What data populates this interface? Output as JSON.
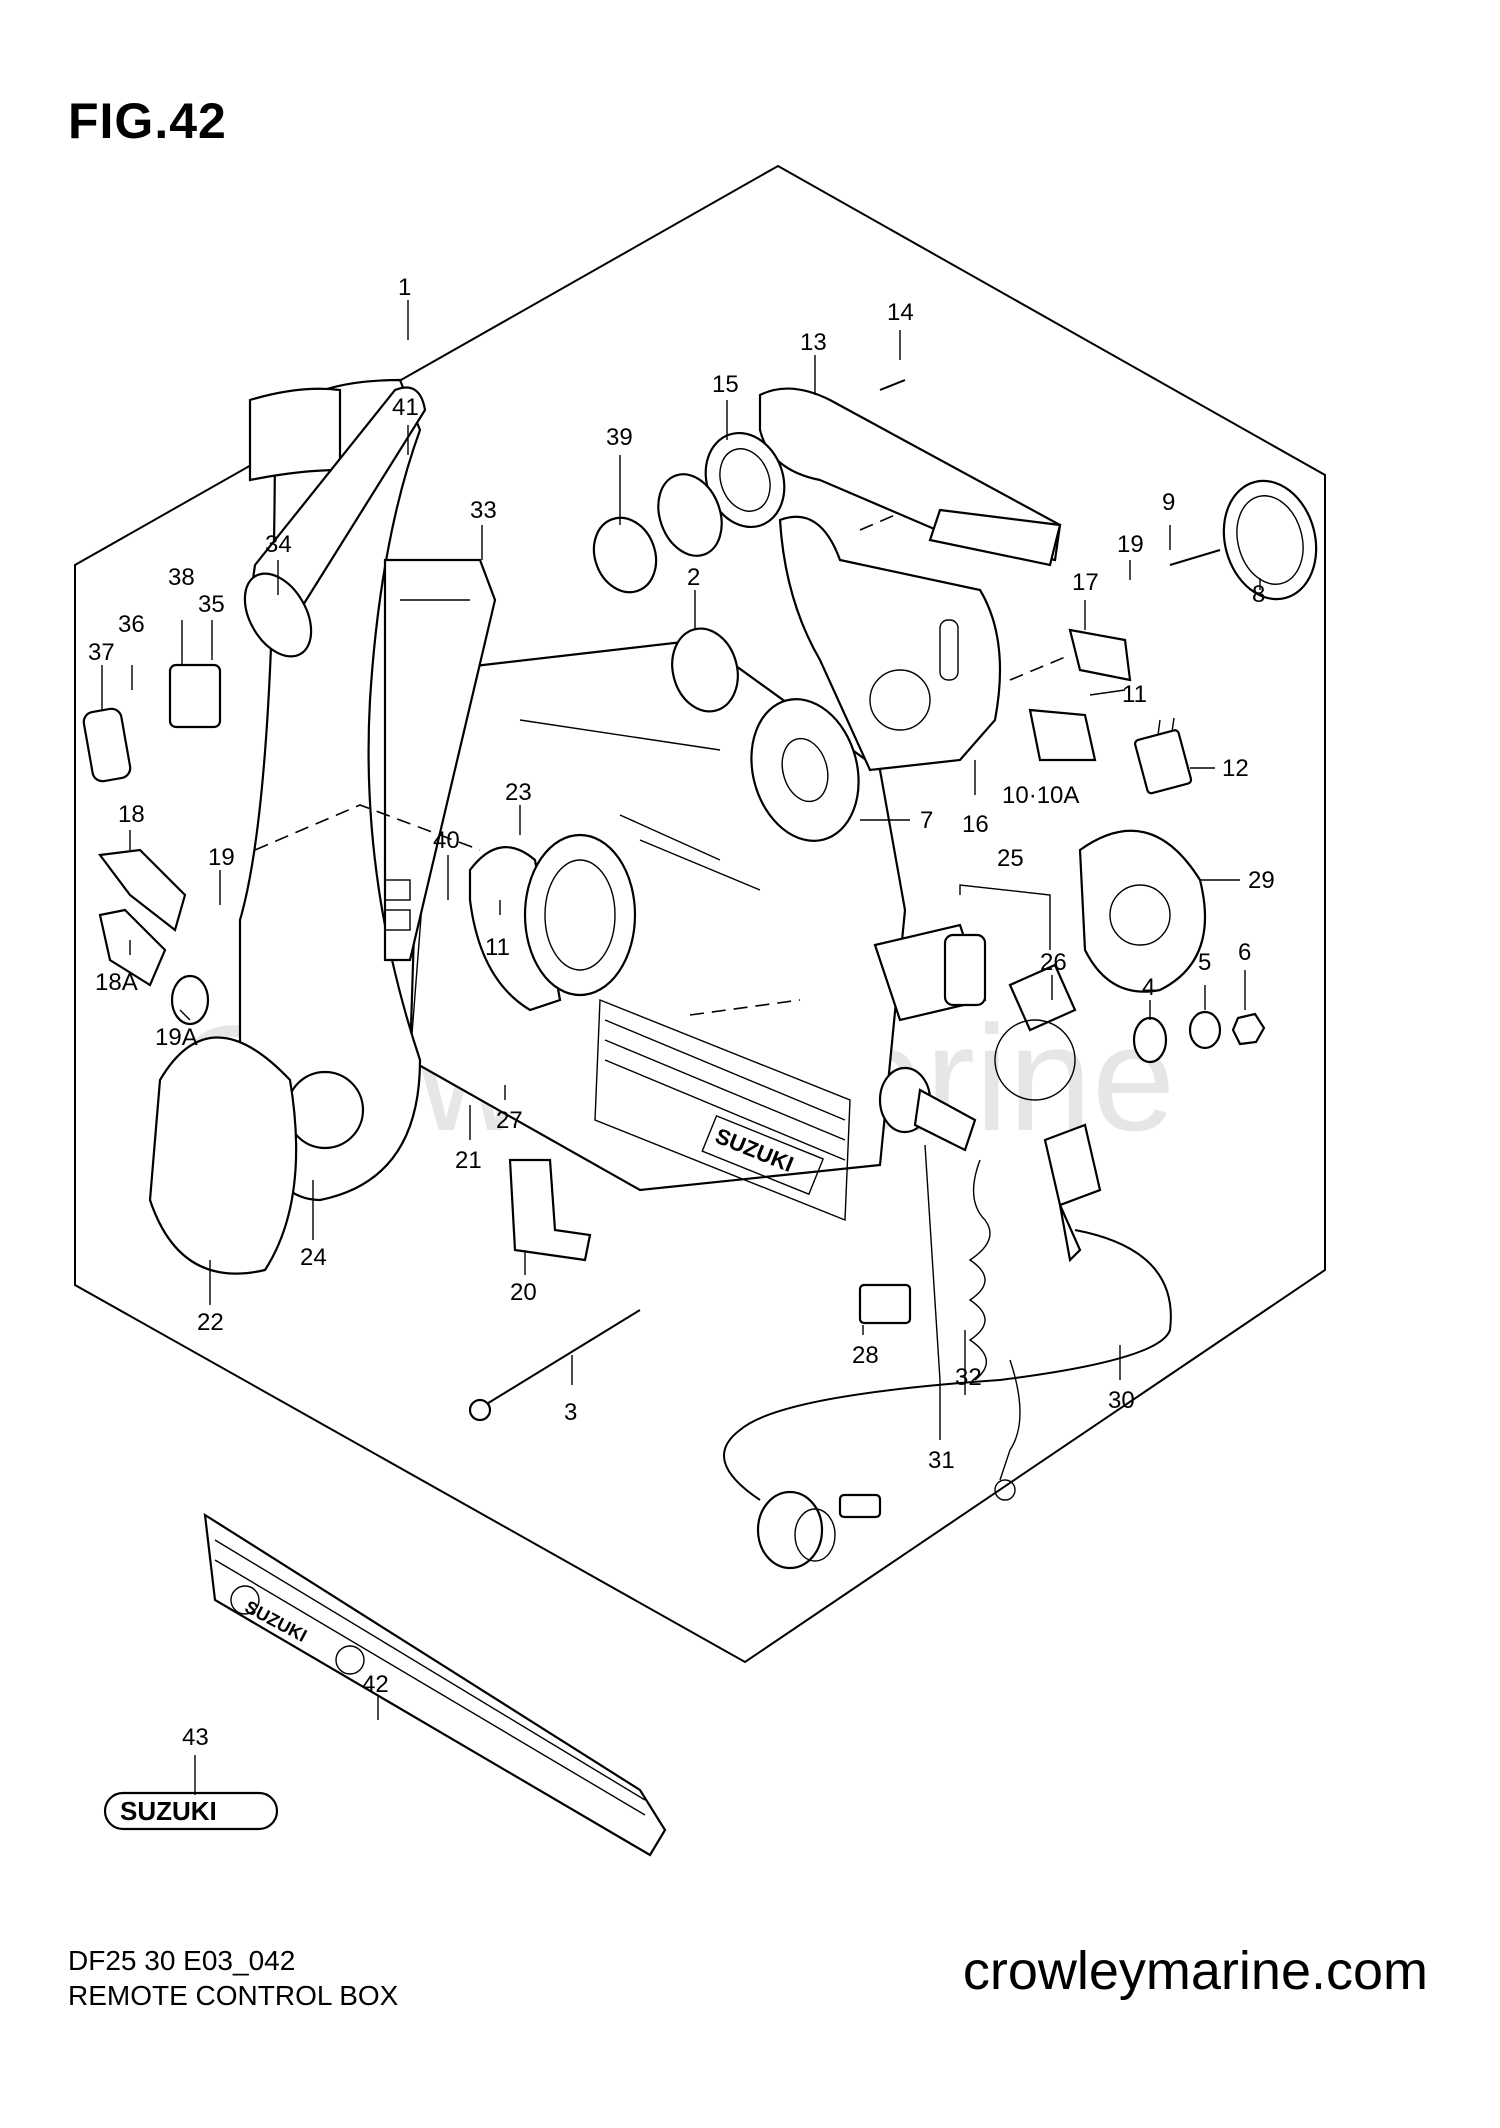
{
  "figure": {
    "title": "FIG.42",
    "diagram_code": "DF25 30 E03_042",
    "diagram_name": "REMOTE CONTROL BOX",
    "website": "crowleymarine.com",
    "watermark": "CrowleyMarine"
  },
  "brand_labels": {
    "box": "SUZUKI",
    "panel": "SUZUKI",
    "emblem": "SUZUKI"
  },
  "callouts": [
    "1",
    "2",
    "3",
    "4",
    "5",
    "6",
    "7",
    "8",
    "9",
    "10·10A",
    "11",
    "11",
    "12",
    "13",
    "14",
    "15",
    "16",
    "17",
    "18",
    "18A",
    "19",
    "19",
    "19A",
    "20",
    "21",
    "22",
    "23",
    "24",
    "25",
    "26",
    "27",
    "28",
    "29",
    "30",
    "31",
    "32",
    "33",
    "34",
    "35",
    "36",
    "37",
    "38",
    "39",
    "40",
    "41",
    "42",
    "43"
  ]
}
